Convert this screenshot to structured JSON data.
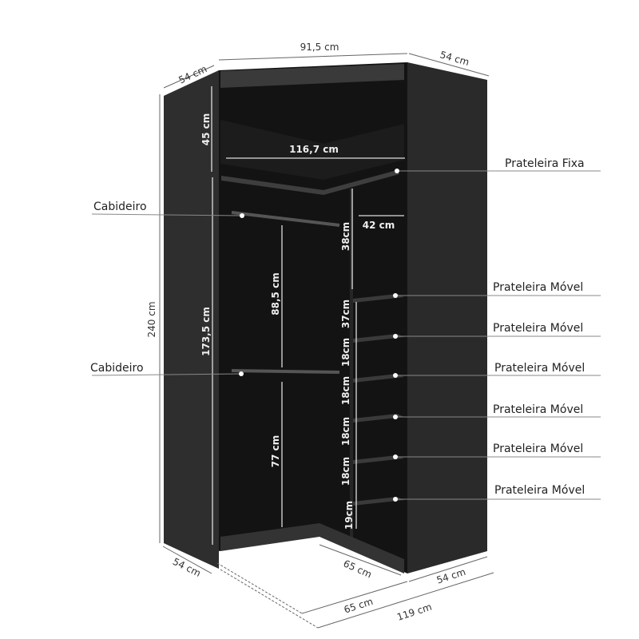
{
  "dimensions": {
    "top_width": "91,5 cm",
    "top_left_depth": "54 cm",
    "top_right_depth": "54 cm",
    "top_compartment_height": "45 cm",
    "fixed_shelf_width": "116,7 cm",
    "side_column_width": "42 cm",
    "total_height": "240 cm",
    "hanging_height": "173,5 cm",
    "upper_hanging": "88,5 cm",
    "lower_hanging": "77 cm",
    "shelf_gaps": [
      "38cm",
      "37cm",
      "18cm",
      "18cm",
      "18cm",
      "18cm",
      "19cm"
    ],
    "bottom_left_depth": "54 cm",
    "bottom_inner_65": "65 cm",
    "bottom_right_depth": "54 cm",
    "bottom_outer_65": "65 cm",
    "bottom_total": "119 cm"
  },
  "callouts": {
    "left": [
      "Cabideiro",
      "Cabideiro"
    ],
    "fixed_shelf": "Prateleira Fixa",
    "movable_shelves": [
      "Prateleira Móvel",
      "Prateleira Móvel",
      "Prateleira Móvel",
      "Prateleira Móvel",
      "Prateleira Móvel",
      "Prateleira Móvel"
    ]
  },
  "colors": {
    "cabinet": "#2b2b2b",
    "interior": "#121212"
  }
}
